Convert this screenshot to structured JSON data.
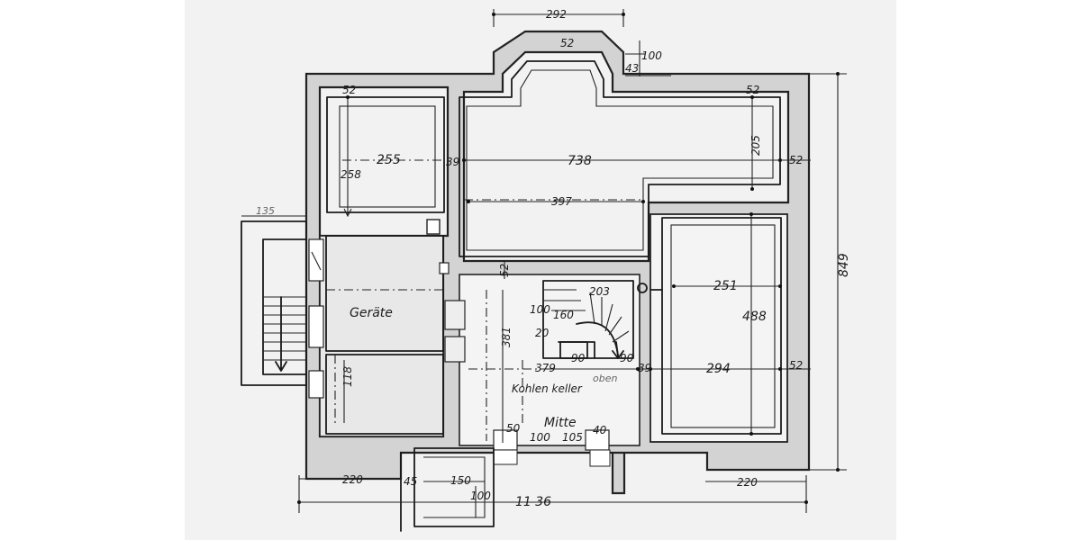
{
  "plan": {
    "room_labels": {
      "geraete": "Geräte",
      "kohlen_keller": "Kohlen keller",
      "mitte": "Mitte",
      "oben": "oben"
    },
    "dimensions": {
      "top_width": "292",
      "bay_wall": "52",
      "bay_depth": "100",
      "bay_offset": "43",
      "nw_wall": "52",
      "ne_wall": "52",
      "room1_width": "255",
      "room1_height": "258",
      "partition": "39",
      "room2_width": "738",
      "room2_height": "205",
      "right_wall": "52",
      "room2_lower": "397",
      "left_margin": "135",
      "corridor_wall": "52",
      "stair_width": "203",
      "stair_height": "381",
      "stair_a": "100",
      "stair_b": "160",
      "stair_c": "20",
      "stair_d": "90",
      "stair_e": "90",
      "corridor_width": "379",
      "partition2": "39",
      "room3_width": "251",
      "room3_height": "488",
      "room3_width2": "294",
      "right_wall2": "52",
      "room4_height": "118",
      "total_height": "849",
      "bottom_left": "220",
      "bottom_offset": "45",
      "entry_width": "150",
      "entry_depth": "100",
      "total_width": "11 36",
      "bottom_right": "220",
      "door1": "50",
      "door2": "100",
      "door3": "105",
      "door4": "40"
    }
  }
}
